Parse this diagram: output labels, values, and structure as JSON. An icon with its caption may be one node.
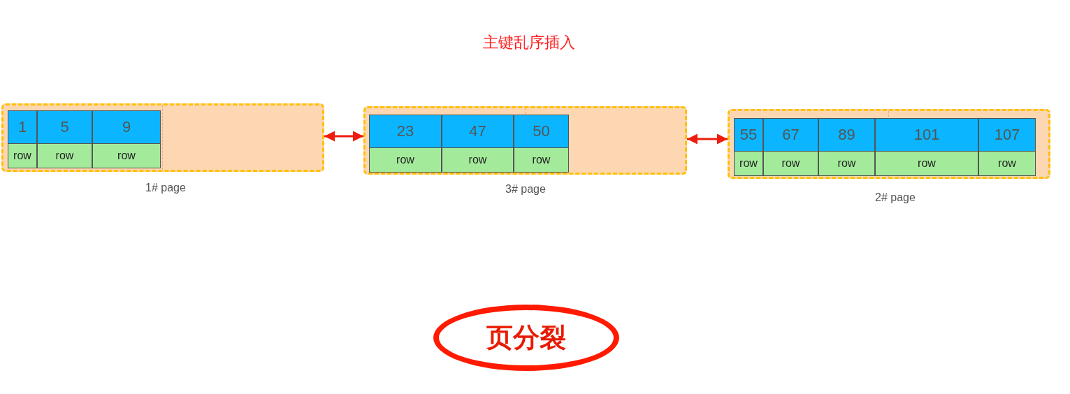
{
  "diagram": {
    "title": "主键乱序插入",
    "nodes": [
      {
        "text": [],
        "shape": "box",
        "beside": [
          "1# page"
        ]
      },
      {
        "text": [
          "1",
          "row"
        ],
        "in": 0
      },
      {
        "text": [
          "5",
          "row"
        ],
        "in": 0
      },
      {
        "text": [
          "9",
          "row"
        ],
        "in": 0
      },
      {
        "text": [],
        "shape": "box",
        "beside": [
          "3# page"
        ]
      },
      {
        "text": [
          "23",
          "row"
        ],
        "in": 4
      },
      {
        "text": [
          "47",
          "row"
        ],
        "in": 4
      },
      {
        "text": [
          "50",
          "row"
        ],
        "in": 4
      },
      {
        "text": [],
        "shape": "box",
        "beside": [
          "2# page"
        ]
      },
      {
        "text": [
          "55",
          "row"
        ],
        "in": 8
      },
      {
        "text": [
          "67",
          "row"
        ],
        "in": 8
      },
      {
        "text": [
          "89",
          "row"
        ],
        "in": 8
      },
      {
        "text": [
          "101",
          "row"
        ],
        "in": 8
      },
      {
        "text": [
          "107",
          "row"
        ],
        "in": 8
      },
      {
        "text": [
          "页分裂"
        ]
      }
    ],
    "edges": [
      {
        "from": 0,
        "to": 4,
        "arrow": "both"
      },
      {
        "from": 4,
        "to": 8,
        "arrow": "both"
      }
    ]
  }
}
